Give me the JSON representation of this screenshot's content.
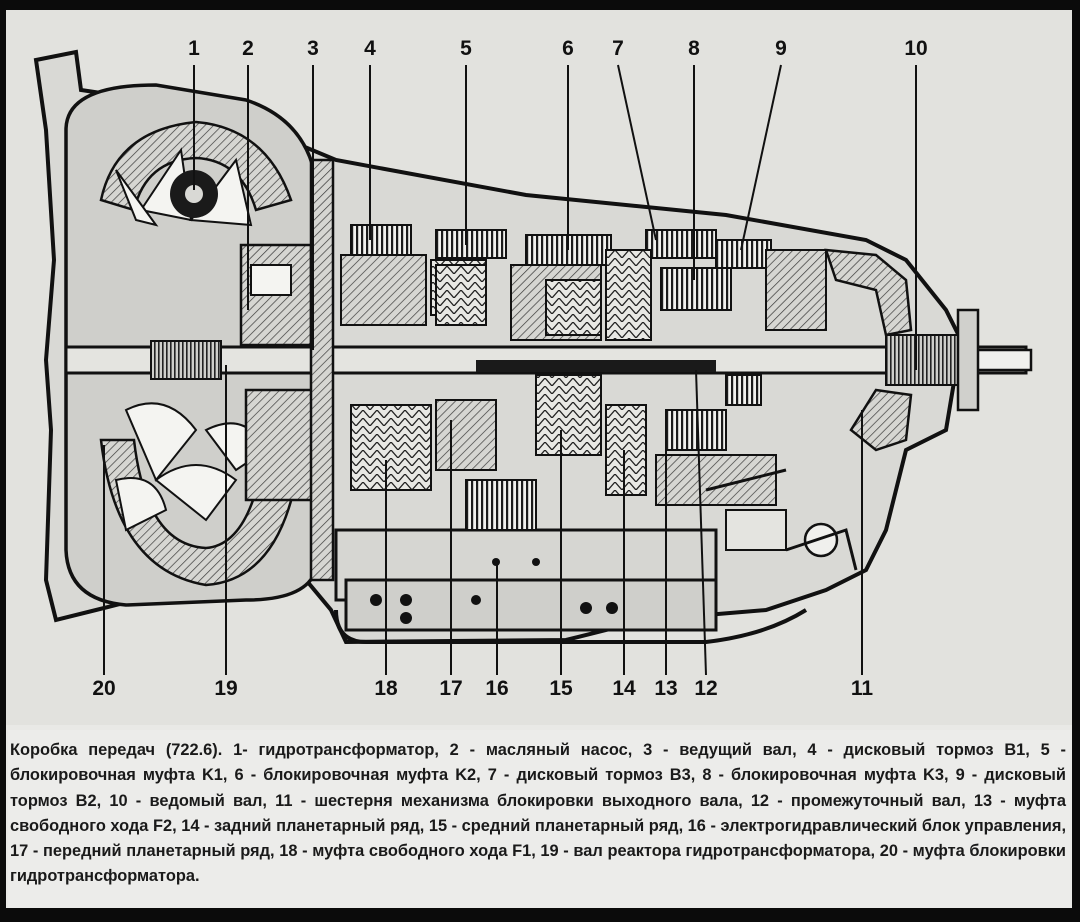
{
  "figure": {
    "part_labels_top": [
      "1",
      "2",
      "3",
      "4",
      "5",
      "6",
      "7",
      "8",
      "9",
      "10"
    ],
    "part_labels_bottom": [
      "20",
      "19",
      "18",
      "17",
      "16",
      "15",
      "14",
      "13",
      "12",
      "11"
    ]
  },
  "caption": {
    "text": "Коробка передач (722.6). 1- гидротрансформатор, 2 - масляный насос, 3 - ведущий вал, 4 - дисковый тормоз B1, 5 - блокировочная муфта K1, 6 - блокировочная муфта K2, 7 - дисковый тормоз B3, 8 - блокировочная муфта K3, 9 - дисковый тормоз B2, 10 - ведомый вал, 11 - шестерня механизма блокировки выходного вала, 12 - промежуточный вал, 13 - муфта свободного хода F2, 14 - задний планетарный ряд, 15 - средний планетарный ряд, 16 - электрогидравлический блок управления, 17 - передний планетарный ряд, 18 - муфта свободного хода F1, 19 - вал реактора гидротрансформатора, 20 - муфта блокировки гидротрансформатора."
  }
}
